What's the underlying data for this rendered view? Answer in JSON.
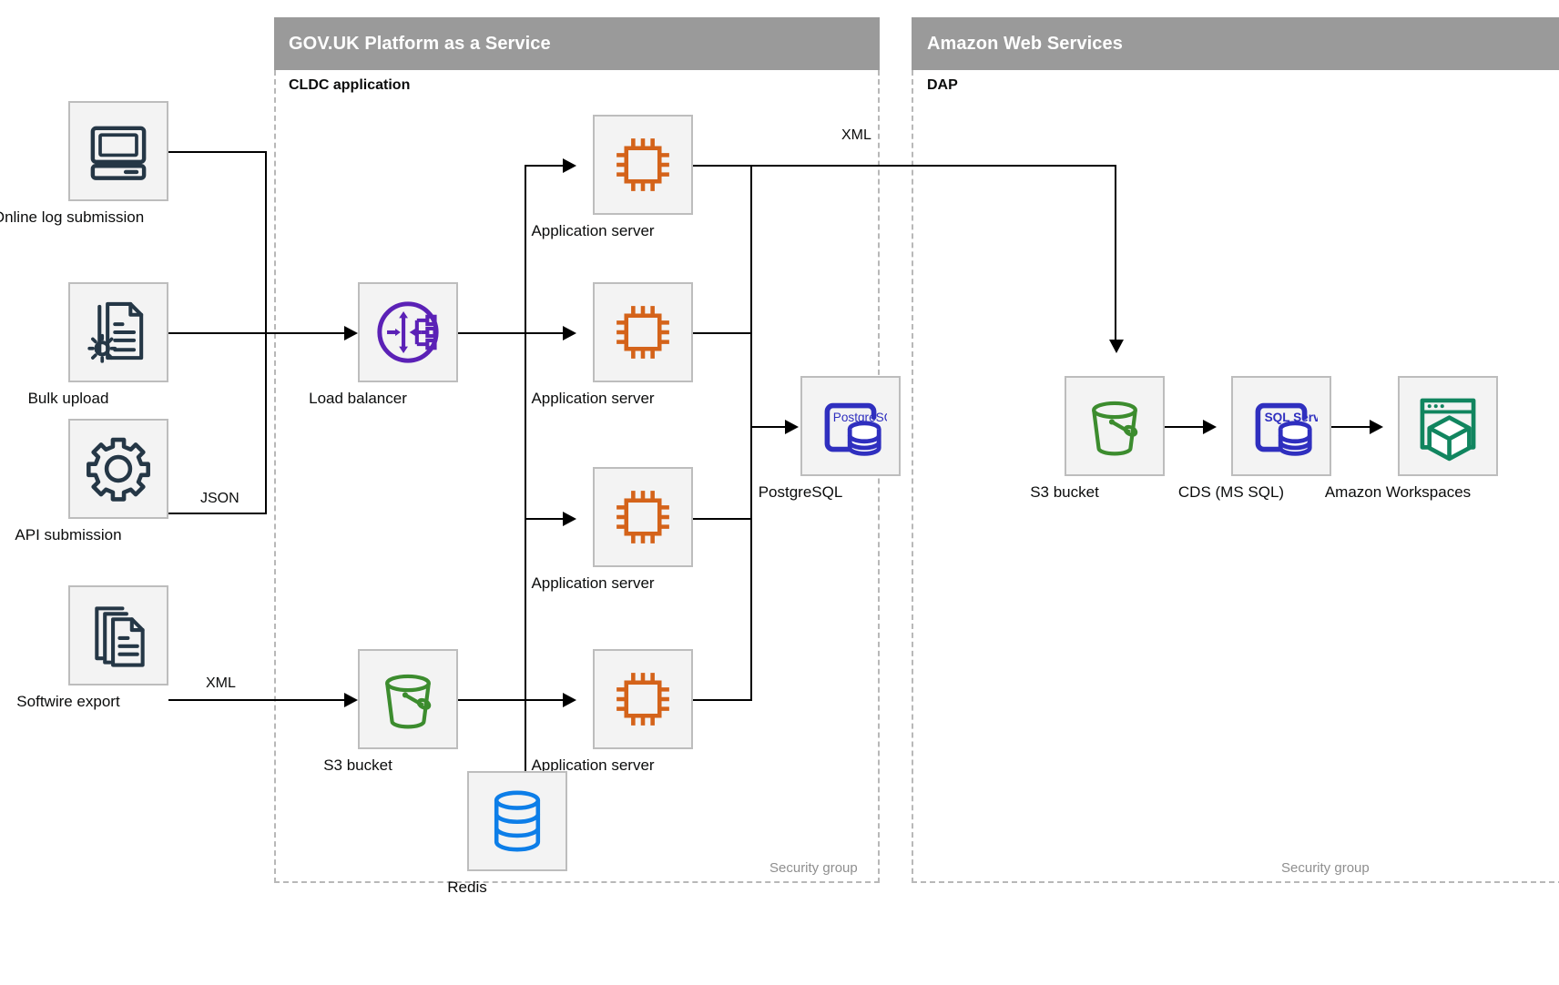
{
  "zones": [
    {
      "key": "paas",
      "title": "GOV.UK Platform as a Service",
      "inner_title": "CLDC application",
      "security_label": "Security group",
      "header_color": "#9a9a9a"
    },
    {
      "key": "aws",
      "title": "Amazon Web Services",
      "inner_title": "DAP",
      "security_label": "Security group",
      "header_color": "#9a9a9a"
    }
  ],
  "nodes": {
    "online_log": {
      "label": "Online log submission",
      "icon": "desktop-computer-icon",
      "color": "#253746"
    },
    "bulk_upload": {
      "label": "Bulk upload",
      "icon": "document-gear-icon",
      "color": "#253746"
    },
    "api_submission": {
      "label": "API submission",
      "icon": "gear-icon",
      "color": "#253746"
    },
    "softwire_export": {
      "label": "Softwire export",
      "icon": "documents-stack-icon",
      "color": "#253746"
    },
    "load_balancer": {
      "label": "Load balancer",
      "icon": "load-balancer-icon",
      "color": "#5b21b6"
    },
    "app_server_1": {
      "label": "Application server",
      "icon": "cpu-chip-icon",
      "color": "#d4631a"
    },
    "app_server_2": {
      "label": "Application server",
      "icon": "cpu-chip-icon",
      "color": "#d4631a"
    },
    "app_server_3": {
      "label": "Application server",
      "icon": "cpu-chip-icon",
      "color": "#d4631a"
    },
    "app_server_4": {
      "label": "Application server",
      "icon": "cpu-chip-icon",
      "color": "#d4631a"
    },
    "postgresql": {
      "label": "PostgreSQL",
      "icon": "postgresql-icon",
      "color": "#2f2fbf",
      "badge": "PostgreSQL"
    },
    "s3_paas": {
      "label": "S3 bucket",
      "icon": "bucket-icon",
      "color": "#3c8c2e"
    },
    "redis": {
      "label": "Redis",
      "icon": "database-cylinder-icon",
      "color": "#0d7ee8"
    },
    "s3_aws": {
      "label": "S3 bucket",
      "icon": "bucket-icon",
      "color": "#3c8c2e"
    },
    "cds": {
      "label": "CDS (MS SQL)",
      "icon": "sql-server-icon",
      "color": "#2f2fbf",
      "badge": "SQL Server"
    },
    "workspaces": {
      "label": "Amazon Workspaces",
      "icon": "workspaces-cube-icon",
      "color": "#11855f"
    }
  },
  "edge_labels": {
    "json": "JSON",
    "xml_softwire": "XML",
    "xml_to_aws": "XML"
  }
}
